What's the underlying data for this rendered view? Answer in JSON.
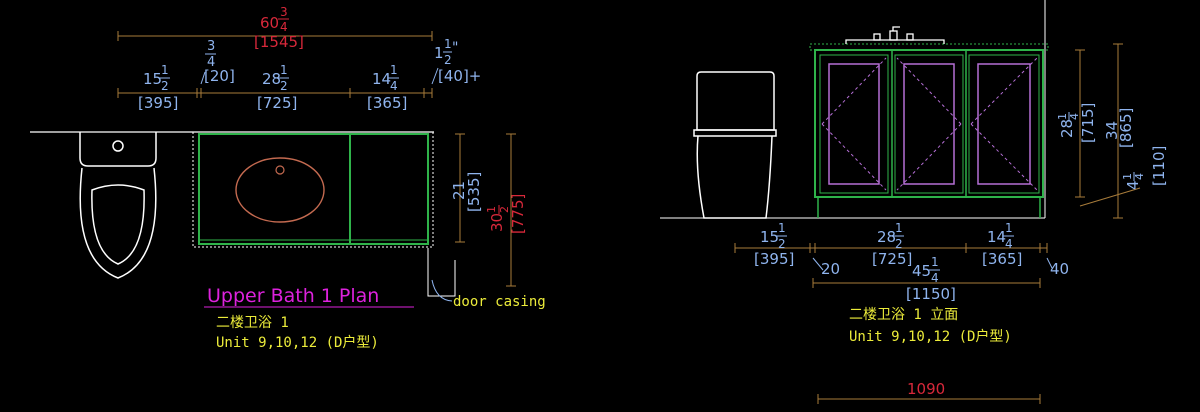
{
  "colors": {
    "background": "#000000",
    "dim_blue": "#8fb4ee",
    "dim_red": "#d8283a",
    "dim_line_orange": "#a87c3a",
    "cabinet_green": "#2fb34a",
    "door_magenta": "#b56fd6",
    "basin_red": "#c46a50",
    "label_magenta": "#dd22dd",
    "text_yellow": "#ecec3a",
    "white": "#ffffff"
  },
  "plan": {
    "overall": {
      "whole": "60",
      "num": "3",
      "den": "4",
      "mm": "[1545]"
    },
    "gap_small": {
      "num": "3",
      "den": "4",
      "mm": "[20]"
    },
    "seg1": {
      "whole": "15",
      "num": "1",
      "den": "2",
      "mm": "[395]"
    },
    "seg2": {
      "whole": "28",
      "num": "1",
      "den": "2",
      "mm": "[725]"
    },
    "seg3": {
      "whole": "14",
      "num": "1",
      "den": "4",
      "mm": "[365]"
    },
    "gap_end": {
      "whole": "1",
      "num": "1",
      "den": "2",
      "inch": "\"",
      "mm": "[40]+"
    },
    "depth": {
      "whole": "21",
      "mm": "[535]"
    },
    "depth_total": {
      "whole": "30",
      "num": "1",
      "den": "2",
      "mm": "[775]"
    },
    "title": "Upper Bath 1 Plan",
    "subtitle_cn": "二楼卫浴 1",
    "units": "Unit 9,10,12 (D户型)",
    "door_casing": "door casing"
  },
  "elevation": {
    "seg1": {
      "whole": "15",
      "num": "1",
      "den": "2",
      "mm": "[395]"
    },
    "seg2": {
      "whole": "28",
      "num": "1",
      "den": "2",
      "mm": "[725]"
    },
    "seg3": {
      "whole": "14",
      "num": "1",
      "den": "4",
      "mm": "[365]"
    },
    "left_gap": "20",
    "right_gap": "40",
    "overall": {
      "whole": "45",
      "num": "1",
      "den": "4",
      "mm": "[1150]"
    },
    "height_cab": {
      "whole": "28",
      "num": "1",
      "den": "4",
      "mm": "[715]"
    },
    "height_total": {
      "whole": "34",
      "mm": "[865]"
    },
    "toe_kick": {
      "whole": "4",
      "num": "1",
      "den": "4",
      "mm": "[110]"
    },
    "subtitle_cn": "二楼卫浴 1 立面",
    "units": "Unit 9,10,12 (D户型)",
    "bottom_dim": "1090"
  }
}
